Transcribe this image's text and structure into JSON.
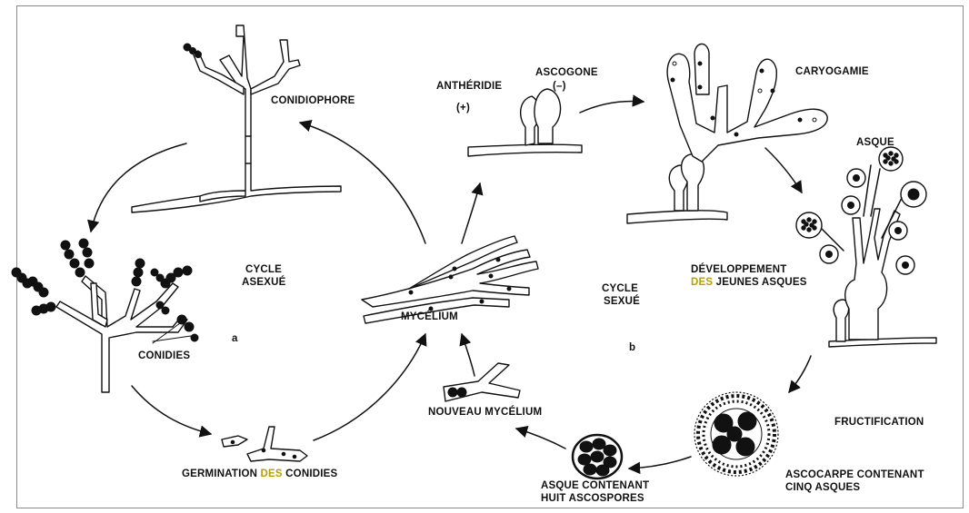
{
  "labels": {
    "conidiophore": "CONIDIOPHORE",
    "cycle_asexue_1": "CYCLE",
    "cycle_asexue_2": "ASEXUÉ",
    "conidies": "CONIDIES",
    "a": "a",
    "germination_pre": "GERMINATION ",
    "germination_des": "DES",
    "germination_post": " CONIDIES",
    "mycelium": "MYCÉLIUM",
    "nouveau_mycelium": "NOUVEAU MYCÉLIUM",
    "antheridie": "ANTHÉRIDIE",
    "antheridie_sign": "(+)",
    "ascogone": "ASCOGONE",
    "ascogone_sign": "(–)",
    "caryogamie": "CARYOGAMIE",
    "asque": "ASQUE",
    "developpement_1": "DÉVELOPPEMENT",
    "developpement_des": "DES",
    "developpement_2": " JEUNES ASQUES",
    "cycle_sexue_1": "CYCLE",
    "cycle_sexue_2": "SEXUÉ",
    "b": "b",
    "fructification": "FRUCTIFICATION",
    "ascocarpe_1": "ASCOCARPE CONTENANT",
    "ascocarpe_2": "CINQ ASQUES",
    "asque_contenant_1": "ASQUE CONTENANT",
    "asque_contenant_2": "HUIT ASCOSPORES"
  },
  "colors": {
    "highlight": "#b8a000",
    "ink": "#111111",
    "frame": "#8a8a8a"
  }
}
